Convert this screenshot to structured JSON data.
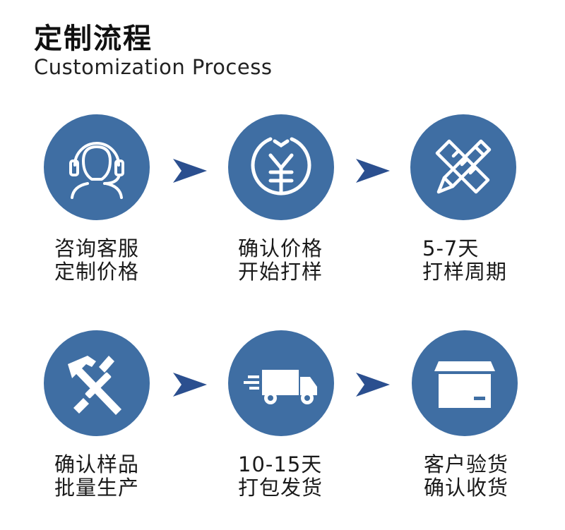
{
  "header": {
    "title": "定制流程",
    "subtitle": "Customization Process"
  },
  "colors": {
    "circle": "#3f6ea3",
    "arrow": "#2b4f8f",
    "icon": "#ffffff"
  },
  "steps": [
    {
      "icon": "customer-service-icon",
      "line1": "咨询客服",
      "line2": "定制价格"
    },
    {
      "icon": "yuan-icon",
      "line1": "确认价格",
      "line2": "开始打样"
    },
    {
      "icon": "pencil-ruler-icon",
      "line1": "5-7天",
      "line2": "打样周期"
    },
    {
      "icon": "hammer-screwdriver-icon",
      "line1": "确认样品",
      "line2": "批量生产"
    },
    {
      "icon": "delivery-truck-icon",
      "line1": "10-15天",
      "line2": "打包发货"
    },
    {
      "icon": "package-box-icon",
      "line1": "客户验货",
      "line2": "确认收货"
    }
  ]
}
